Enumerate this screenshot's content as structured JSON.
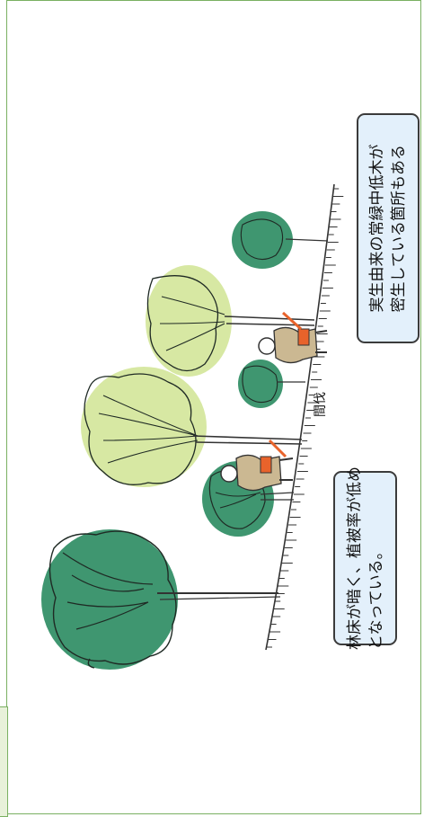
{
  "callouts": {
    "bottom": {
      "line1": "林床が暗く、植被率が低め",
      "line2": "となっている。"
    },
    "top": {
      "line1": "実生由来の常緑中低木が",
      "line2": "密生している箇所もある"
    }
  },
  "labels": {
    "thinning": "間伐"
  },
  "colors": {
    "frame": "#7ab062",
    "dark_canopy": "#3f9670",
    "light_canopy": "#d7e8a3",
    "callout_fill": "#e3f0fb",
    "vest": "#e8632b",
    "workwear": "#cbb892"
  }
}
